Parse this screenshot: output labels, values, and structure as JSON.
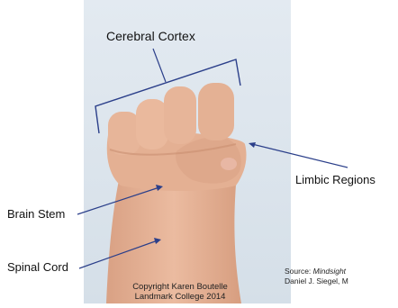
{
  "labels": {
    "cerebral_cortex": "Cerebral Cortex",
    "limbic_regions": "Limbic Regions",
    "brain_stem": "Brain Stem",
    "spinal_cord": "Spinal Cord"
  },
  "copyright": {
    "line1": "Copyright Karen Boutelle",
    "line2": "Landmark College  2014"
  },
  "source": {
    "prefix": "Source: ",
    "title": "Mindsight",
    "line2": "Daniel J. Siegel, M"
  },
  "colors": {
    "photo_background": "#dde6ee",
    "skin": "#e7b59a",
    "annotation_line": "#2b3f8a"
  }
}
